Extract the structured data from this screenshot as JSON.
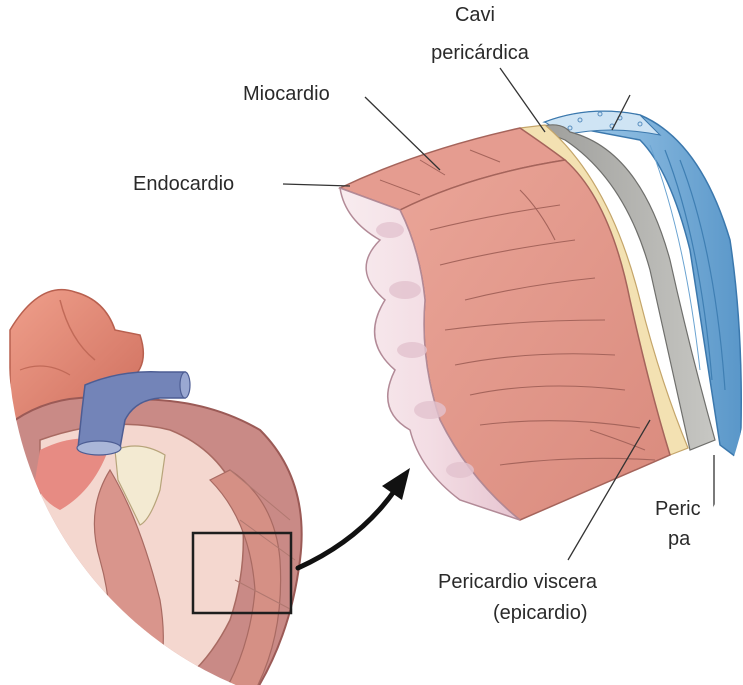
{
  "labels": {
    "cavity_line1": "Cavi",
    "cavity_line2": "pericárdica",
    "myocardium": "Miocardio",
    "endocardium": "Endocardio",
    "parietal_line1": "Peric",
    "parietal_line2": "pa",
    "visceral_line1": "Pericardio viscera",
    "visceral_line2": "(epicardio)"
  },
  "colors": {
    "muscle": "#e9a396",
    "muscle_dark": "#c9796c",
    "muscle_top": "#e3938a",
    "endocardium": "#f6e6ea",
    "endocardium_shade": "#e2bccb",
    "epicardium": "#f1dfae",
    "cavity": "#b9b9b5",
    "parietal": "#8fc0e3",
    "parietal_dark": "#4f8fc2",
    "vein": "#6f7fb3",
    "aorta": "#e58d7a"
  }
}
